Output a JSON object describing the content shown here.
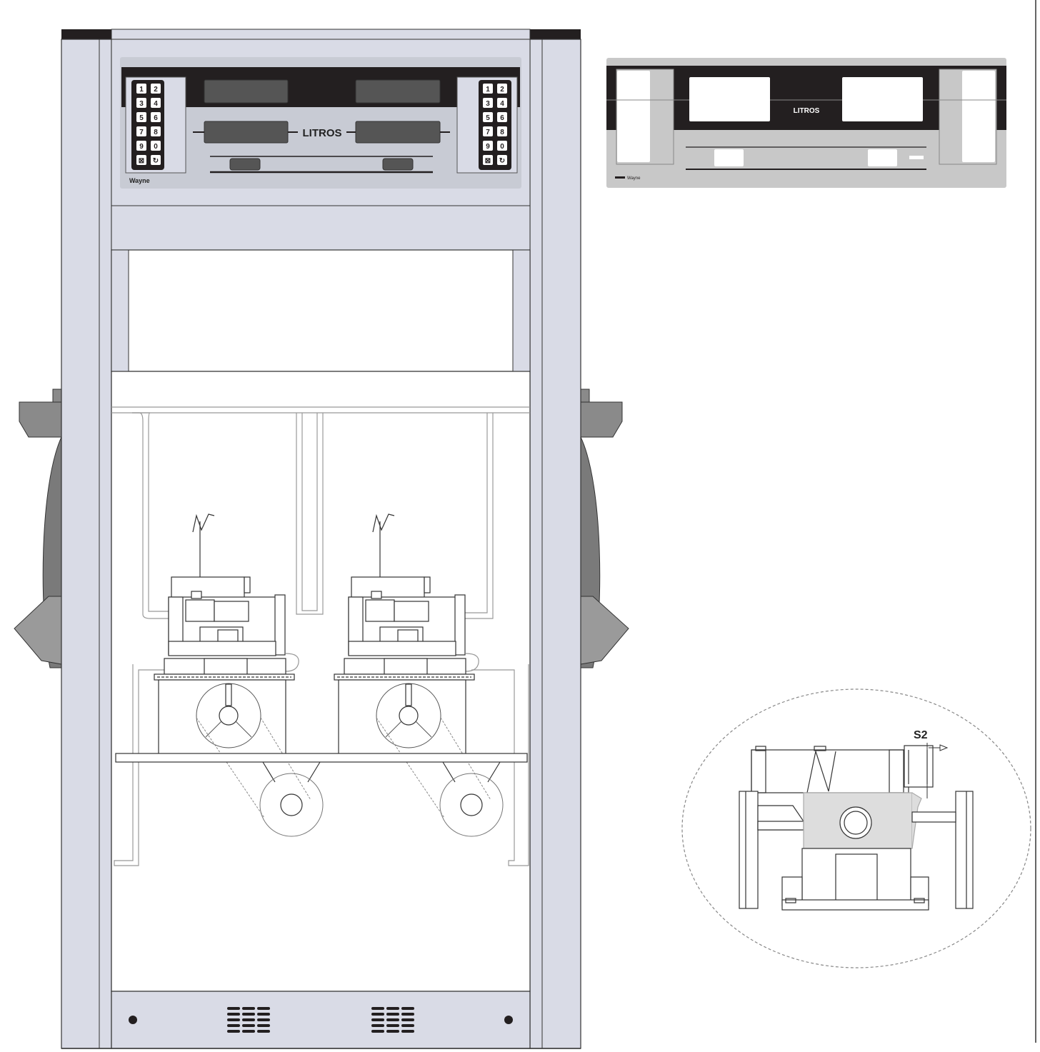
{
  "display_front": {
    "unit_label": "LITROS",
    "brand": "Wayne",
    "keypad_left": [
      "1",
      "2",
      "3",
      "4",
      "5",
      "6",
      "7",
      "8",
      "9",
      "0",
      "⊠",
      "↻"
    ],
    "keypad_right": [
      "1",
      "2",
      "3",
      "4",
      "5",
      "6",
      "7",
      "8",
      "9",
      "0",
      "⊠",
      "↻"
    ]
  },
  "display_panel_detail": {
    "unit_label": "LITROS",
    "brand": "Wayne"
  },
  "detail_callout": {
    "label": "S2"
  },
  "colors": {
    "frame_fill": "#d9dbe6",
    "dark_panel": "#231f20",
    "display_window": "#555555",
    "nozzle": "#8a8a8a",
    "light_grey": "#c8c8c8"
  }
}
